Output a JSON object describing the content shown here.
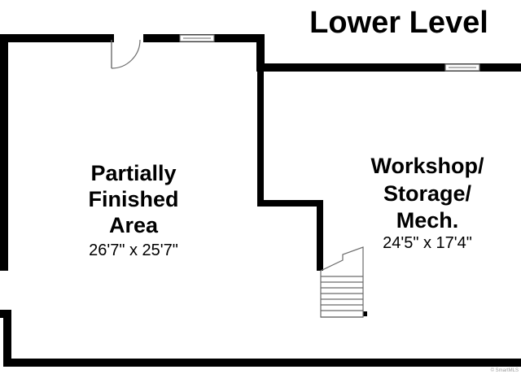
{
  "title": "Lower Level",
  "rooms": [
    {
      "name_lines": [
        "Partially",
        "Finished",
        "Area"
      ],
      "dimensions": "26'7\" x 25'7\""
    },
    {
      "name_lines": [
        "Workshop/",
        "Storage/",
        "Mech."
      ],
      "dimensions": "24'5\" x 17'4\""
    }
  ],
  "credit": "© SmartMLS",
  "colors": {
    "wall": "#000000",
    "background": "#ffffff",
    "fixture_line": "#6b6b6b"
  }
}
